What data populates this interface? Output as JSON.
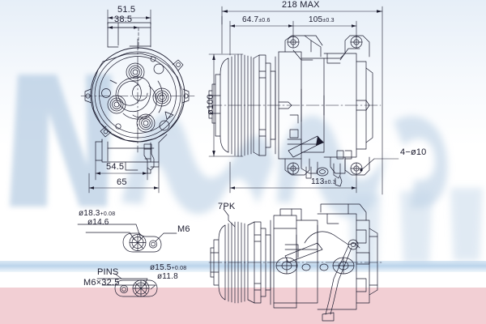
{
  "document": {
    "type": "technical-drawing",
    "subject": "Air conditioning compressor",
    "watermark": "NISSENS",
    "line_color": "#1b1b2e",
    "background_color": "#ffffff",
    "band_blue": "#b0cde8",
    "band_pink": "#f0c7cd"
  },
  "views": {
    "front": {
      "name": "Front / pulley-end view with mounting lugs"
    },
    "side_top": {
      "name": "Side elevation with mounting brackets"
    },
    "side_bottom": {
      "name": "Opposite side elevation with harness"
    },
    "detail_upper": {
      "name": "Suction/discharge port flange detail"
    },
    "detail_lower": {
      "name": "Port flange detail with locating pins"
    }
  },
  "dimensions": {
    "front_view": [
      {
        "id": "d-51-5",
        "label": "51.5"
      },
      {
        "id": "d-38-5",
        "label": "38.5"
      },
      {
        "id": "d-54-5",
        "label": "54.5"
      },
      {
        "id": "d-65",
        "label": "65"
      }
    ],
    "side_view": [
      {
        "id": "d-218-max",
        "label": "218 MAX"
      },
      {
        "id": "d-64-7",
        "label": "64.7",
        "tolerance": "±0.6"
      },
      {
        "id": "d-105",
        "label": "105",
        "tolerance": "±0.3"
      },
      {
        "id": "d-113",
        "label": "113",
        "tolerance": "±0.3"
      },
      {
        "id": "d-dia-100",
        "label": "ø100"
      },
      {
        "id": "d-4-dia-10",
        "label": "4−ø10"
      }
    ],
    "details": [
      {
        "id": "d-dia-18-3",
        "label": "ø18.3",
        "tolerance": "+0.08"
      },
      {
        "id": "d-dia-14-6",
        "label": "ø14.6"
      },
      {
        "id": "d-m6",
        "label": "M6"
      },
      {
        "id": "d-dia-15-5",
        "label": "ø15.5",
        "tolerance": "+0.08"
      },
      {
        "id": "d-dia-11-8",
        "label": "ø11.8"
      },
      {
        "id": "d-pins",
        "label": "PINS"
      },
      {
        "id": "d-pins-thread",
        "label": "M6×32.5"
      },
      {
        "id": "d-7pk",
        "label": "7PK"
      }
    ]
  },
  "labels": {
    "dim_218_max": "218 MAX",
    "dim_64_7": "64.7",
    "tol_64_7": "±0.6",
    "dim_105": "105",
    "tol_105": "±0.3",
    "dim_113": "113",
    "tol_113": "±0.3",
    "dim_51_5": "51.5",
    "dim_38_5": "38.5",
    "dim_54_5": "54.5",
    "dim_65": "65",
    "dia_100": "ø100",
    "holes_4_dia_10": "4−ø10",
    "dia_18_3": "ø18.3",
    "tol_18_3": "+0.08",
    "dia_14_6": "ø14.6",
    "thread_m6": "M6",
    "dia_15_5": "ø15.5",
    "tol_15_5": "+0.08",
    "dia_11_8": "ø11.8",
    "pins": "PINS",
    "pins_spec": "M6×32.5",
    "belt_7pk": "7PK"
  }
}
